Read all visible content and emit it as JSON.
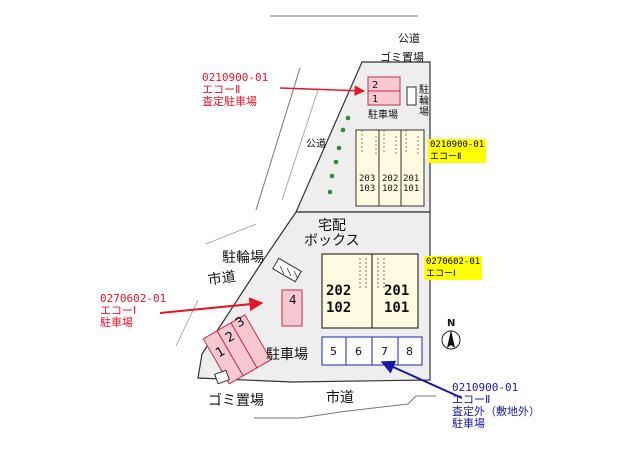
{
  "roads": {
    "public_top": "公道",
    "public_left": "公道",
    "city_left": "市道",
    "city_bottom": "市道"
  },
  "facilities": {
    "garbage_top": "ゴミ置場",
    "garbage_bottom": "ゴミ置場",
    "bicycle_top": "駐輪場",
    "bicycle_left": "駐輪場",
    "parking_top": "駐車場",
    "parking_bottom": "駐車場",
    "delivery_box_line1": "宅配",
    "delivery_box_line2": "ボックス"
  },
  "buildings": {
    "north": {
      "upper": [
        "203",
        "202",
        "201"
      ],
      "lower": [
        "103",
        "102",
        "101"
      ]
    },
    "south": {
      "upper": [
        "202",
        "201"
      ],
      "lower": [
        "102",
        "101"
      ]
    }
  },
  "parking_spaces": {
    "assessed_north": [
      "2",
      "1"
    ],
    "south_angled": [
      "1",
      "2",
      "3"
    ],
    "south_single": "4",
    "offsite": [
      "5",
      "6",
      "7",
      "8"
    ]
  },
  "callouts": {
    "north_assessed": {
      "code": "0210900-01",
      "name": "エコーⅡ",
      "note": "査定駐車場"
    },
    "north_building": {
      "code": "0210900-01",
      "name": "エコーⅡ"
    },
    "south_building": {
      "code": "0270602-01",
      "name": "エコーⅠ"
    },
    "south_parking": {
      "code": "0270602-01",
      "name": "エコーⅠ",
      "note": "駐車場"
    },
    "offsite_parking": {
      "code": "0210900-01",
      "name": "エコーⅡ",
      "note1": "査定外（敷地外）",
      "note2": "駐車場"
    }
  },
  "compass": "N",
  "colors": {
    "callout_red": "#e0182a",
    "callout_blue": "#1a1aa0",
    "label_yellow": "#ffff00",
    "parking_pink": "#f8c8d0",
    "parking_pink_border": "#c0304a",
    "building_cream": "#fffbe0",
    "site_gray": "#eeeeee"
  }
}
